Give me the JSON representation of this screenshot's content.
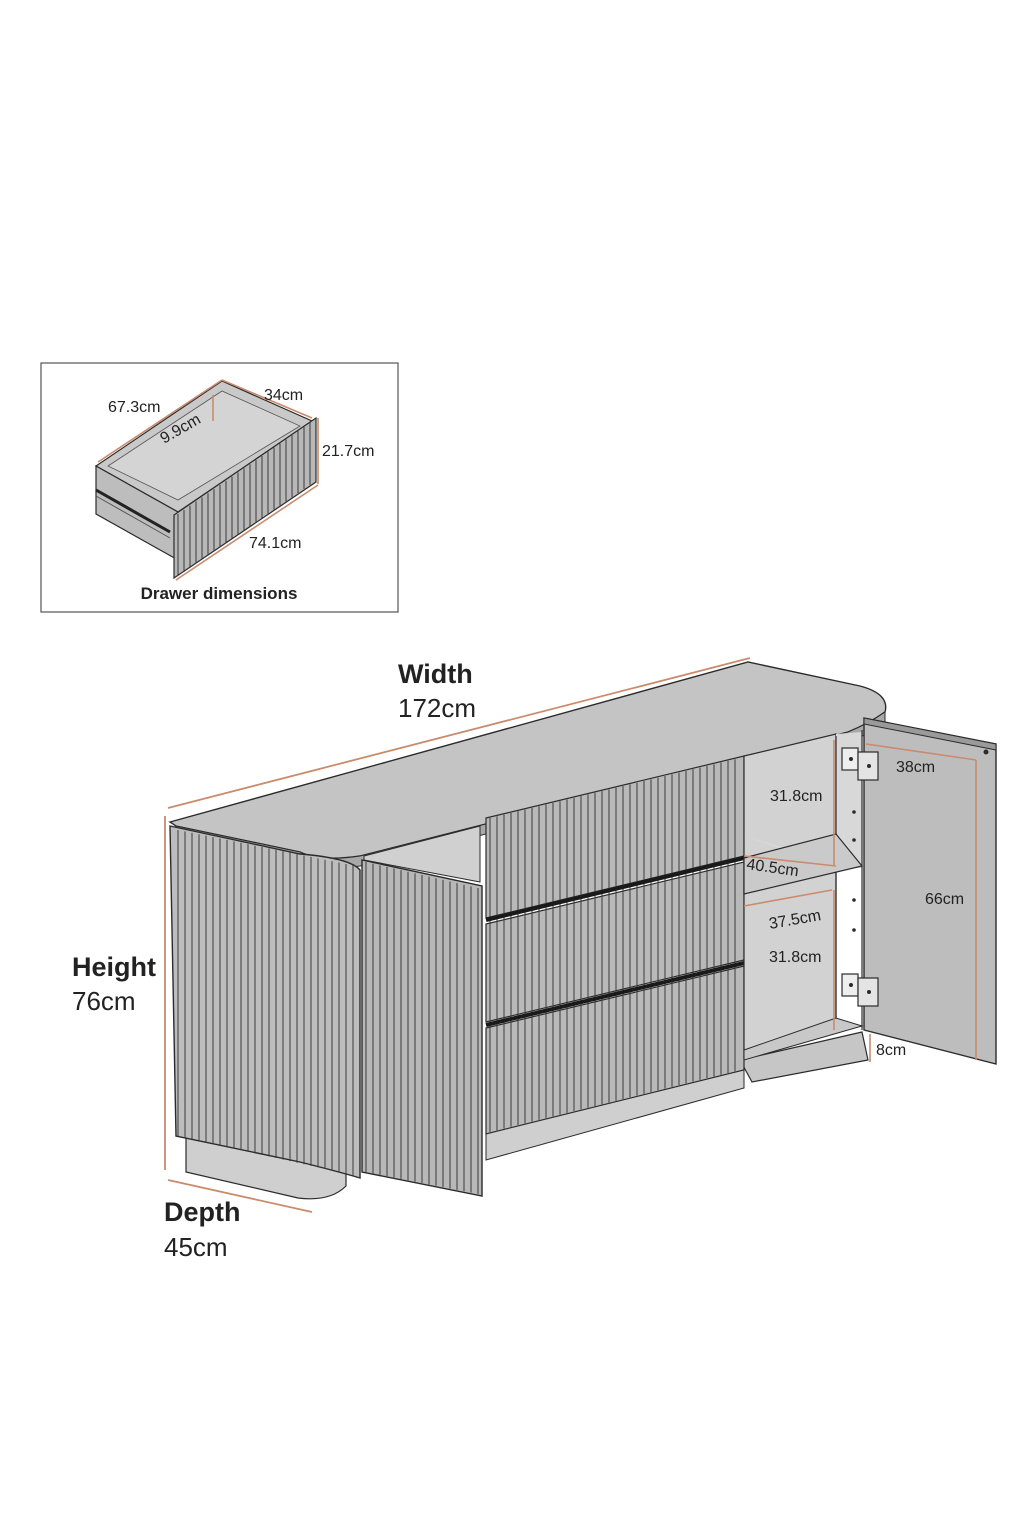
{
  "drawer_inset": {
    "caption": "Drawer dimensions",
    "dims": {
      "length": "67.3cm",
      "depth": "34cm",
      "inner_height": "9.9cm",
      "front_height": "21.7cm",
      "front_width": "74.1cm"
    }
  },
  "main": {
    "width": {
      "label": "Width",
      "value": "172cm"
    },
    "height": {
      "label": "Height",
      "value": "76cm"
    },
    "depth": {
      "label": "Depth",
      "value": "45cm"
    },
    "interior": {
      "upper_height": "31.8cm",
      "shelf_depth": "40.5cm",
      "lower_depth": "37.5cm",
      "lower_height": "31.8cm",
      "door_width": "38cm",
      "door_height": "66cm",
      "plinth": "8cm"
    }
  },
  "colors": {
    "line": "#2b2b2b",
    "fill": "#bcbcbc",
    "fill_light": "#cdcdcd",
    "accent": "#c98b6c"
  }
}
